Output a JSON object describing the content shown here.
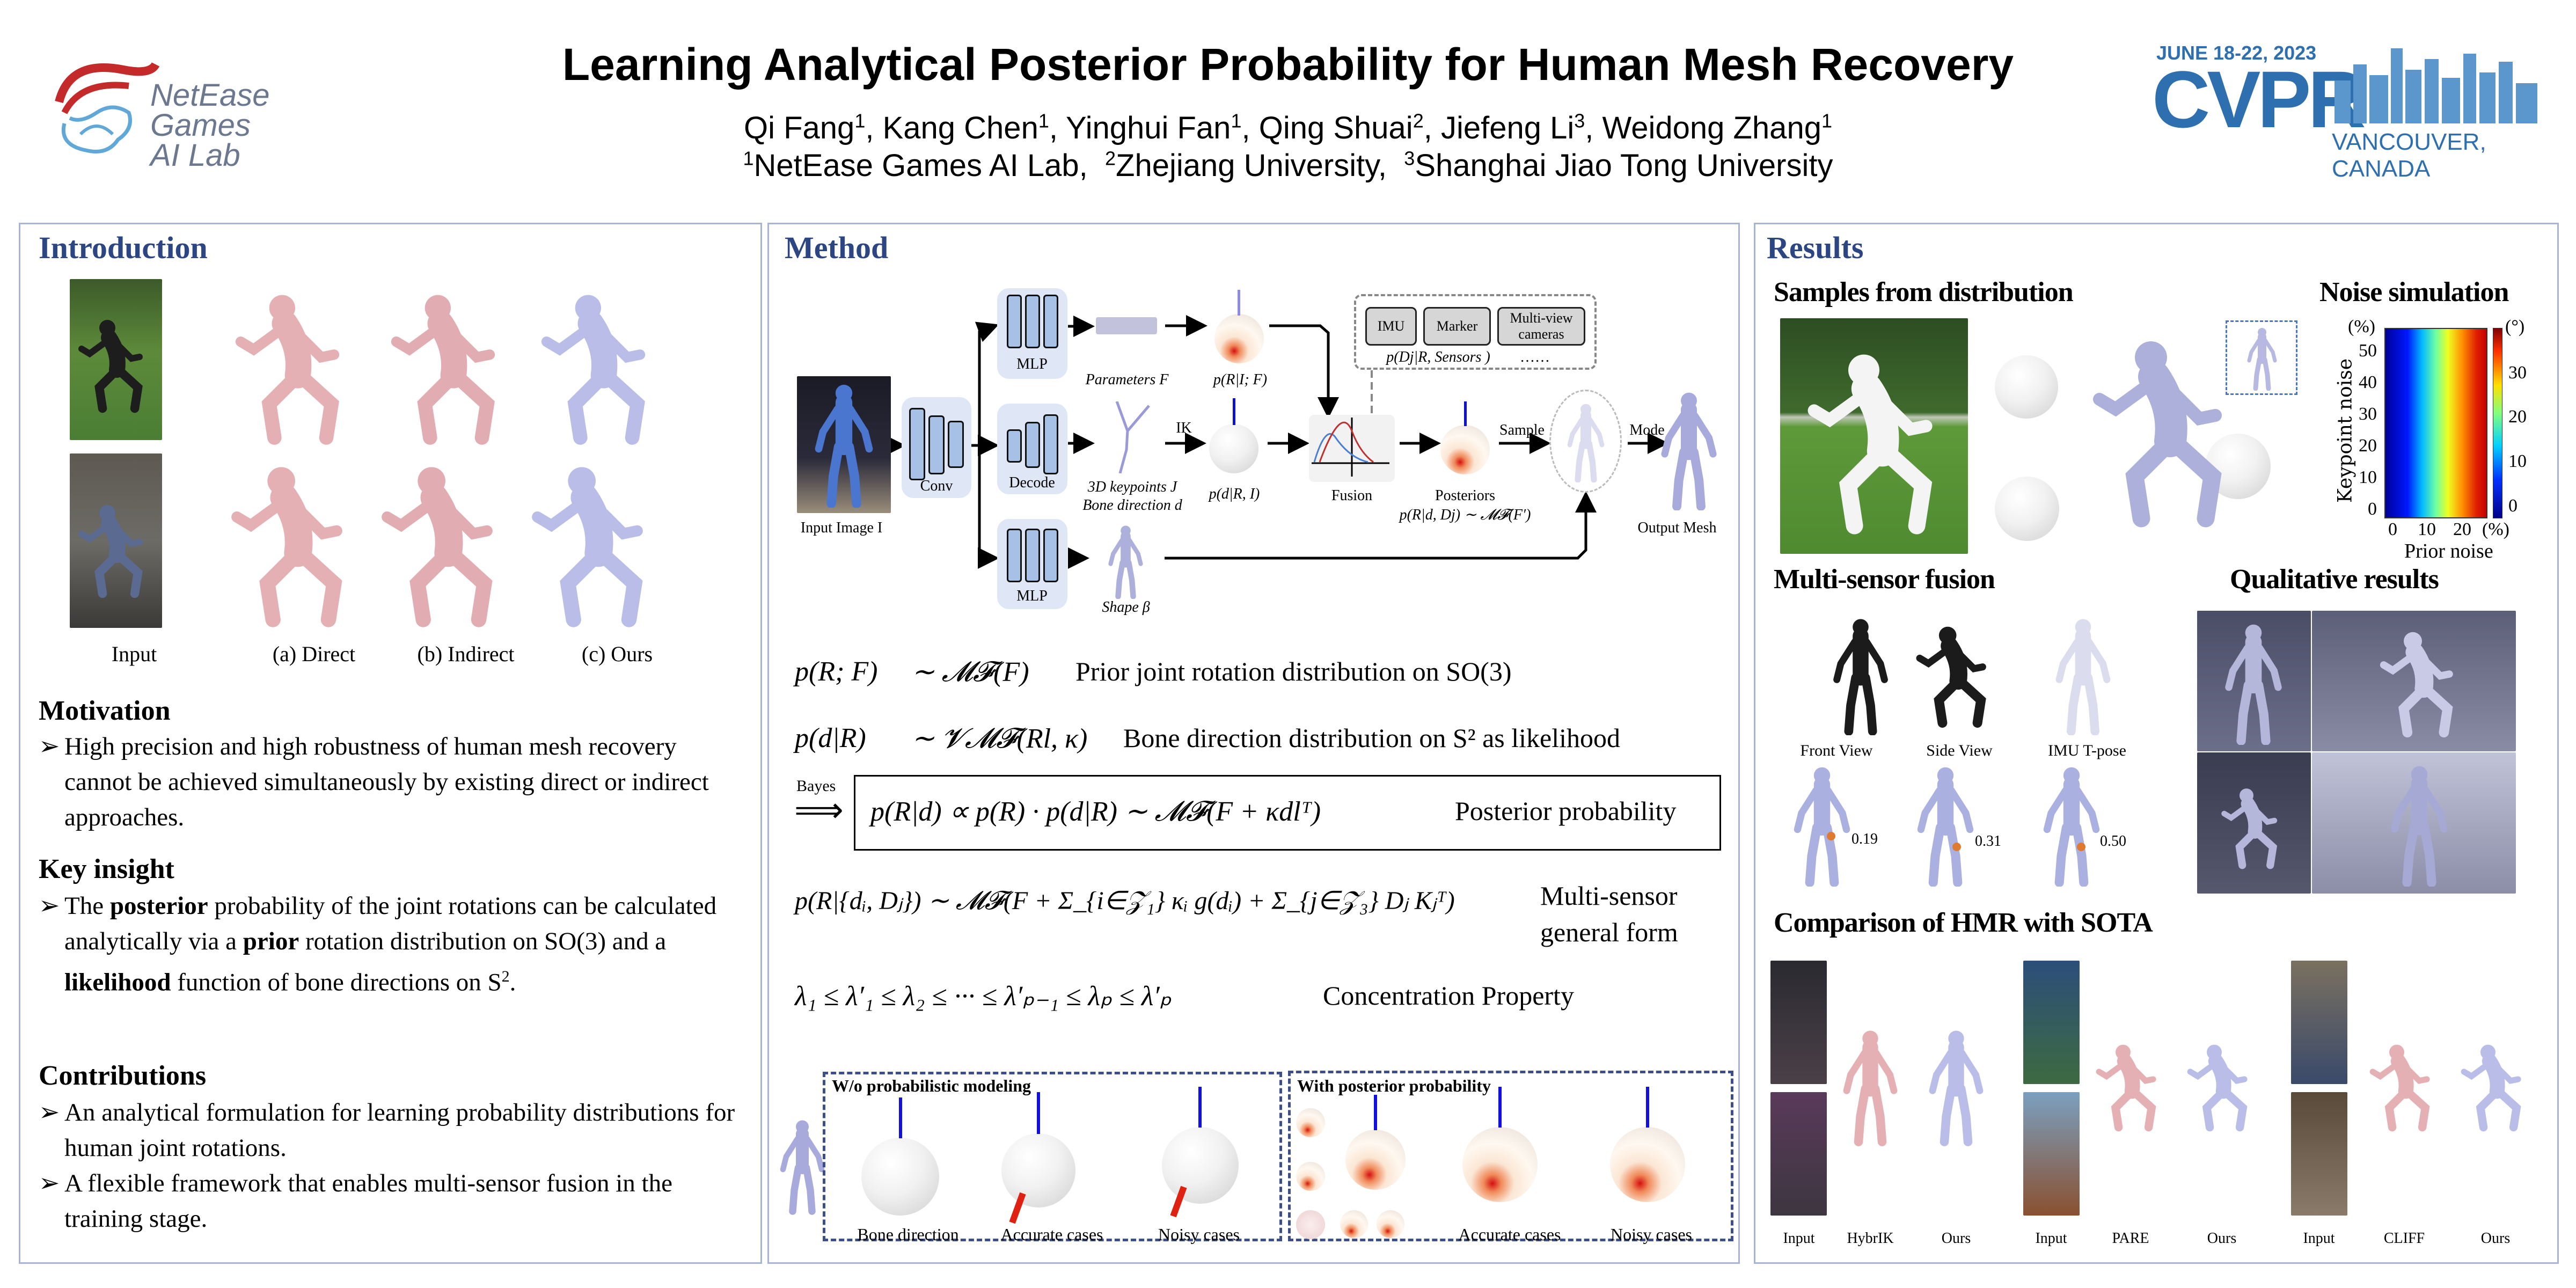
{
  "header": {
    "title": "Learning Analytical Posterior Probability for Human Mesh Recovery",
    "authors": [
      {
        "name": "Qi Fang",
        "sup": "1",
        "sep": ", "
      },
      {
        "name": "Kang Chen",
        "sup": "1",
        "sep": ", "
      },
      {
        "name": "Yinghui Fan",
        "sup": "1",
        "sep": ", "
      },
      {
        "name": "Qing Shuai",
        "sup": "2",
        "sep": ", "
      },
      {
        "name": "Jiefeng Li",
        "sup": "3",
        "sep": ", "
      },
      {
        "name": "Weidong Zhang",
        "sup": "1",
        "sep": ""
      }
    ],
    "affiliations": [
      {
        "sup": "1",
        "name": "NetEase Games AI Lab,"
      },
      {
        "sup": "2",
        "name": "Zhejiang University,"
      },
      {
        "sup": "3",
        "name": "Shanghai Jiao Tong University"
      }
    ],
    "left_logo": {
      "line1": "NetEase",
      "line2": "Games",
      "line3": "AI Lab"
    },
    "right_logo": {
      "date": "JUNE 18-22, 2023",
      "name": "CVPR",
      "place": "VANCOUVER, CANADA"
    }
  },
  "intro": {
    "title": "Introduction",
    "captions": [
      "Input",
      "(a) Direct",
      "(b) Indirect",
      "(c) Ours"
    ],
    "motivation": {
      "heading": "Motivation",
      "bullet": "High precision and high robustness of human mesh recovery cannot be achieved simultaneously by existing direct or indirect approaches."
    },
    "insight": {
      "heading": "Key insight",
      "segments": [
        "The ",
        "posterior",
        " probability of the joint rotations can be calculated analytically via a ",
        "prior",
        " rotation distribution on SO(3) and a ",
        "likelihood",
        " function of bone directions on S",
        "2",
        "."
      ]
    },
    "contributions": {
      "heading": "Contributions",
      "bullets": [
        "An analytical formulation for learning probability distributions for human joint rotations.",
        "A flexible framework that enables multi-sensor fusion in the training stage."
      ]
    },
    "bullet_mark": "➢"
  },
  "method": {
    "title": "Method",
    "diagram": {
      "input_label": "Input Image I",
      "conv": "Conv",
      "mlp_top": "MLP",
      "decode": "Decode",
      "mlp_bottom": "MLP",
      "params": "Parameters F",
      "prior_dist": "p(R|I; F)",
      "keypoints": "3D keypoints J",
      "bone_dir": "Bone direction d",
      "ik": "IK",
      "likelihood": "p(d|R, I)",
      "fusion": "Fusion",
      "posteriors": "Posteriors",
      "posterior_formula": "p(R|d, Dj) ∼ 𝓜𝓕(F′)",
      "sensors": [
        "IMU",
        "Marker",
        "Multi-view cameras"
      ],
      "sensor_formula": "p(Dj|R,  Sensors )",
      "ellipsis": "……",
      "sample": "Sample",
      "mode": "Mode",
      "output": "Output Mesh",
      "shape": "Shape β"
    },
    "equations": [
      {
        "lhs": "p(R; F)",
        "rhs": "∼ 𝓜𝓕(F)",
        "desc": "Prior joint rotation distribution on SO(3)"
      },
      {
        "lhs": "p(d|R)",
        "rhs": "∼ 𝓥𝓜𝓕(Rl, κ)",
        "desc": "Bone direction distribution on S² as likelihood"
      }
    ],
    "bayes": {
      "label": "Bayes",
      "arrow": "⟹",
      "formula": "p(R|d) ∝ p(R) · p(d|R)  ∼ 𝓜𝓕(F + κdlᵀ)",
      "desc": "Posterior probability"
    },
    "multi": {
      "formula": "p(R|{dᵢ, Dⱼ}) ∼ 𝓜𝓕(F + Σ_{i∈𝒵₁} κᵢ g(dᵢ) + Σ_{j∈𝒵₃} Dⱼ Kⱼᵀ)",
      "desc1": "Multi-sensor",
      "desc2": "general form"
    },
    "concentration": {
      "formula": "λ₁ ≤ λ′₁ ≤ λ₂ ≤ ··· ≤ λ′ₚ₋₁ ≤ λₚ ≤ λ′ₚ",
      "desc": "Concentration Property"
    },
    "compare": {
      "left_title": "W/o probabilistic modeling",
      "left_labels": [
        "Bone direction",
        "Accurate cases",
        "Noisy cases"
      ],
      "right_title": "With posterior probability",
      "right_labels": [
        "Accurate cases",
        "Noisy cases"
      ]
    }
  },
  "results": {
    "title": "Results",
    "samples_title": "Samples from distribution",
    "noise": {
      "title": "Noise simulation",
      "y_unit": "(%)",
      "y_label": "Keypoint noise",
      "y_ticks": [
        "0",
        "10",
        "20",
        "30",
        "40",
        "50"
      ],
      "x_ticks": [
        "0",
        "10",
        "20"
      ],
      "x_unit": "(%)",
      "x_label": "Prior noise",
      "cbar_unit": "(°)",
      "cbar_ticks": [
        "0",
        "10",
        "20",
        "30"
      ]
    },
    "fusion": {
      "title": "Multi-sensor fusion",
      "labels": [
        "Front View",
        "Side View",
        "IMU T-pose"
      ],
      "values": [
        "0.19",
        "0.31",
        "0.50"
      ]
    },
    "qualitative_title": "Qualitative results",
    "sota": {
      "title": "Comparison of HMR with SOTA",
      "groups": [
        [
          "Input",
          "HybrIK",
          "Ours"
        ],
        [
          "Input",
          "PARE",
          "Ours"
        ],
        [
          "Input",
          "CLIFF",
          "Ours"
        ]
      ]
    }
  }
}
